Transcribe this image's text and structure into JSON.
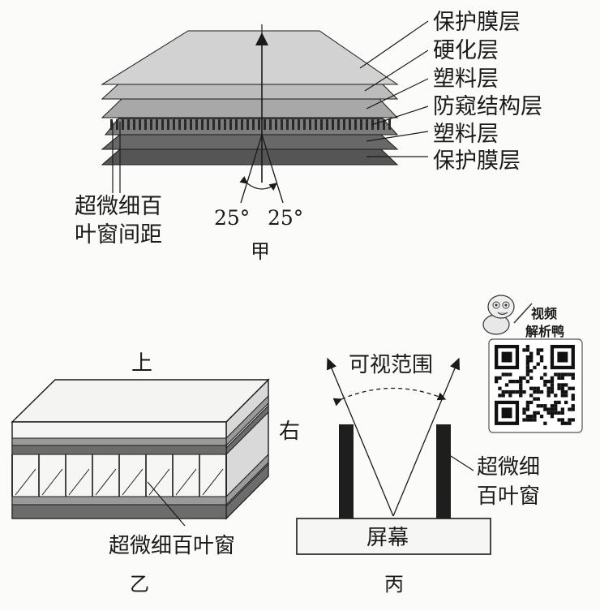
{
  "jia": {
    "layer_labels": [
      "保护膜层",
      "硬化层",
      "塑料层",
      "防窥结构层",
      "塑料层",
      "保护膜层"
    ],
    "spacing_label_line1": "超微细百",
    "spacing_label_line2": "叶窗间距",
    "angle_left": "25°",
    "angle_right": "25°",
    "caption": "甲"
  },
  "yi": {
    "top_label": "上",
    "right_label": "右",
    "louver_label": "超微细百叶窗",
    "caption": "乙"
  },
  "bing": {
    "range_label": "可视范围",
    "louver_label_line1": "超微细",
    "louver_label_line2": "百叶窗",
    "screen_label": "屏幕",
    "caption": "丙"
  },
  "badge": {
    "line1": "视频",
    "line2": "解析鸭"
  },
  "colors": {
    "ink": "#1a1a1a",
    "layer_protect_top": "#cfcfcf",
    "layer_hard": "#bdbdbd",
    "layer_plastic": "#a9a9a9",
    "layer_privacy": "#7c7c7c",
    "layer_plastic_low": "#676767",
    "layer_protect_bottom": "#555555"
  }
}
